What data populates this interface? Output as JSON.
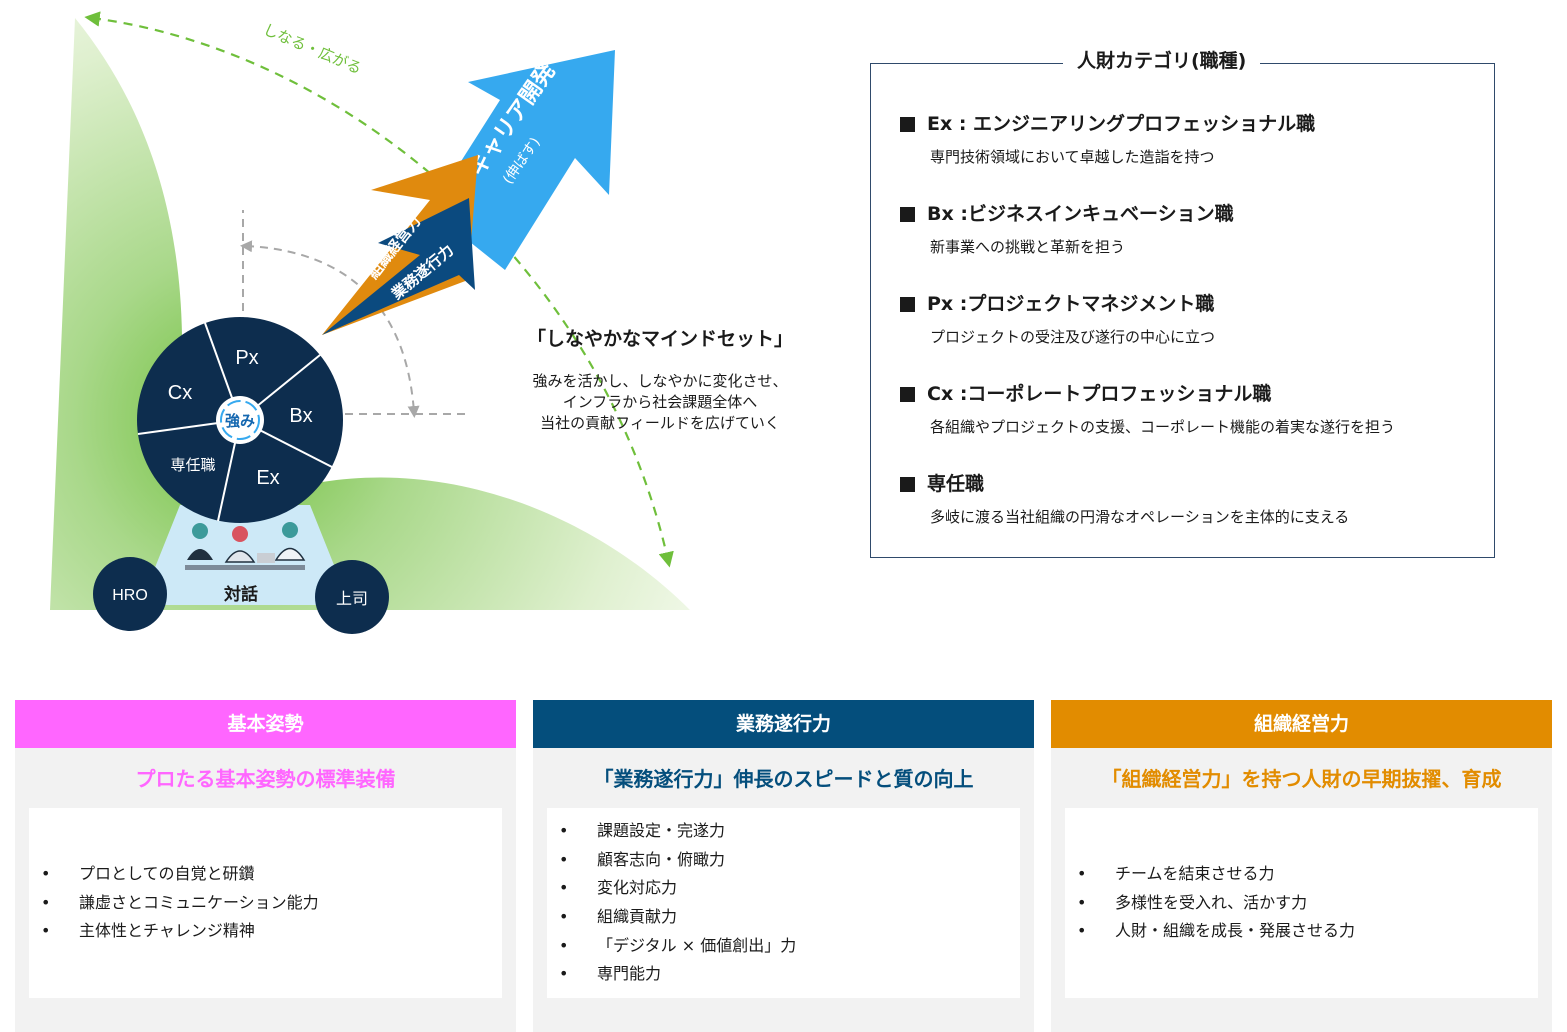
{
  "colors": {
    "navy": "#0d2d4e",
    "sky_blue": "#36a9ef",
    "orange": "#e08a0e",
    "dark_blue": "#0b4a7f",
    "green": "#6fbf3b",
    "pink": "#ff66ff",
    "panel_blue": "#044e7c",
    "panel_orange": "#e28c00"
  },
  "diagram": {
    "expand_label": "しなる・広がる",
    "arrow_career": "キャリア開発",
    "arrow_career_sub": "(伸ばす)",
    "arrow_org": "組織経営力",
    "arrow_task": "業務遂行力",
    "segments": [
      "Px",
      "Bx",
      "Ex",
      "専任職",
      "Cx"
    ],
    "center": "強み",
    "dialogue": "対話",
    "left_person": "HRO",
    "right_person": "上司",
    "icons": [
      "people-meeting-icon",
      "rotate-arrows-icon"
    ]
  },
  "mindset": {
    "title": "「しなやかなマインドセット」",
    "lines": [
      "強みを活かし、しなやかに変化させ、",
      "インフラから社会課題全体へ",
      "当社の貢献フィールドを広げていく"
    ]
  },
  "categories": {
    "title": "人財カテゴリ(職種)",
    "items": [
      {
        "head": "Ex : エンジニアリングプロフェッショナル職",
        "desc": "専門技術領域において卓越した造詣を持つ"
      },
      {
        "head": "Bx :ビジネスインキュベーション職",
        "desc": "新事業への挑戦と革新を担う"
      },
      {
        "head": "Px :プロジェクトマネジメント職",
        "desc": "プロジェクトの受注及び遂行の中心に立つ"
      },
      {
        "head": "Cx :コーポレートプロフェッショナル職",
        "desc": "各組織やプロジェクトの支援、コーポレート機能の着実な遂行を担う"
      },
      {
        "head": "専任職",
        "desc": "多岐に渡る当社組織の円滑なオペレーションを主体的に支える"
      }
    ]
  },
  "panels": [
    {
      "header": "基本姿勢",
      "sub": "プロたる基本姿勢の標準装備",
      "items": [
        "プロとしての自覚と研鑽",
        "謙虚さとコミュニケーション能力",
        "主体性とチャレンジ精神"
      ]
    },
    {
      "header": "業務遂行力",
      "sub": "「業務遂行力」伸長のスピードと質の向上",
      "items": [
        "課題設定・完遂力",
        "顧客志向・俯瞰力",
        "変化対応力",
        "組織貢献力",
        "「デジタル × 価値創出」力",
        "専門能力"
      ]
    },
    {
      "header": "組織経営力",
      "sub": "「組織経営力」を持つ人財の早期抜擢、育成",
      "items": [
        "チームを結束させる力",
        "多様性を受入れ、活かす力",
        "人財・組織を成長・発展させる力"
      ]
    }
  ]
}
